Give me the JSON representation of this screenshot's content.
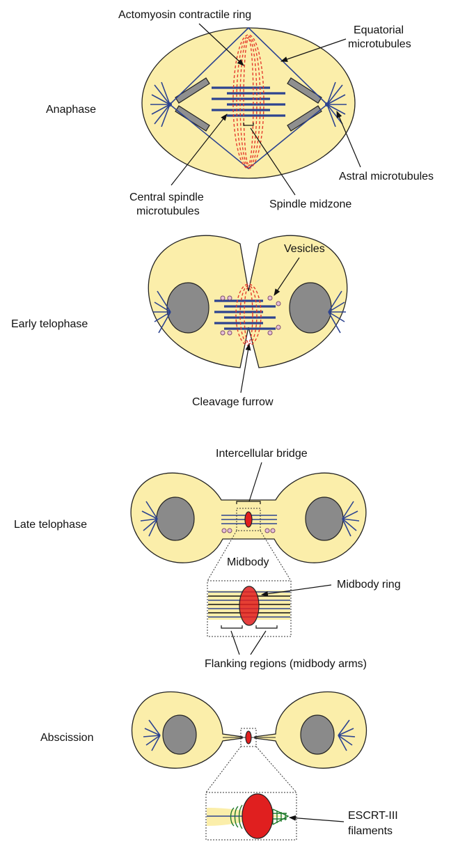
{
  "stages": {
    "anaphase": "Anaphase",
    "early_telophase": "Early telophase",
    "late_telophase": "Late telophase",
    "abscission": "Abscission"
  },
  "labels": {
    "actomyosin_ring": "Actomyosin contractile ring",
    "equatorial_mt_1": "Equatorial",
    "equatorial_mt_2": "microtubules",
    "astral_mt": "Astral microtubules",
    "central_spindle_1": "Central spindle",
    "central_spindle_2": "microtubules",
    "spindle_midzone": "Spindle midzone",
    "vesicles": "Vesicles",
    "cleavage_furrow": "Cleavage furrow",
    "intercellular_bridge": "Intercellular bridge",
    "midbody": "Midbody",
    "midbody_ring": "Midbody ring",
    "flanking_regions": "Flanking regions (midbody arms)",
    "escrt_1": "ESCRT-III",
    "escrt_2": "filaments"
  },
  "colors": {
    "cytoplasm": "#fbeeaa",
    "microtubule": "#2c4390",
    "ring": "#e53a2c",
    "midbody_ring": "#e01f1f",
    "nucleus": "#8a8a8a",
    "escrt": "#1f7a2a"
  }
}
